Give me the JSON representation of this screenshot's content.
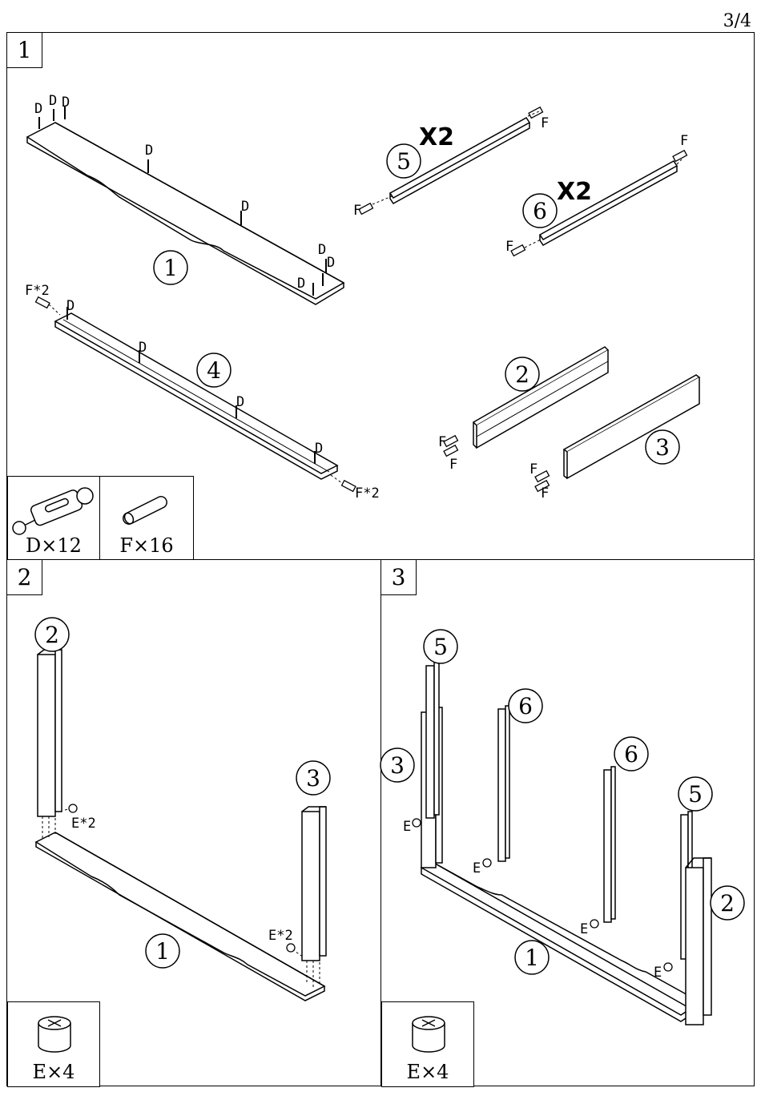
{
  "page_number": "3/4",
  "steps": {
    "s1": {
      "number": "1"
    },
    "s2": {
      "number": "2"
    },
    "s3": {
      "number": "3"
    }
  },
  "hardware": {
    "d": {
      "label": "D×12",
      "icon": "cam-bolt-icon"
    },
    "f": {
      "label": "F×16",
      "icon": "dowel-icon"
    },
    "e2": {
      "label": "E×4",
      "icon": "cam-lock-icon"
    },
    "e3": {
      "label": "E×4",
      "icon": "cam-lock-icon"
    }
  },
  "labels": {
    "d": "D",
    "f": "F",
    "e": "E",
    "f2": "F*2",
    "e2": "E*2",
    "x2": "X2"
  },
  "parts": {
    "p1": "1",
    "p2": "2",
    "p3": "3",
    "p4": "4",
    "p5": "5",
    "p6": "6"
  }
}
